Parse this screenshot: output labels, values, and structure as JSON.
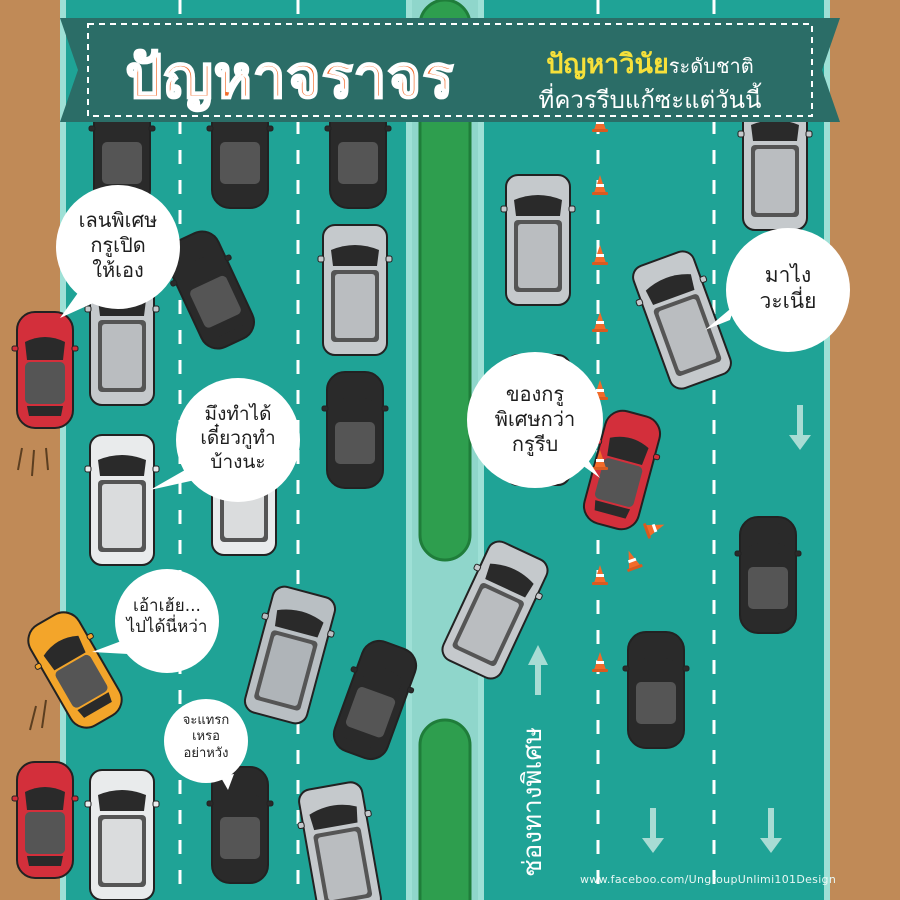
{
  "banner": {
    "title": "ปัญหาจราจร",
    "subtitle_highlight": "ปัญหาวินัย",
    "subtitle_rest": "ระดับชาติ",
    "subtitle_line2": "ที่ควรรีบแก้ซะแต่วันนี้"
  },
  "bubbles": [
    {
      "id": "special-lane",
      "lines": [
        "เลนพิเศษ",
        "กรูเปิด",
        "ให้เอง"
      ]
    },
    {
      "id": "you-can",
      "lines": [
        "มึงทำได้",
        "เดี๋ยวกูทำ",
        "บ้างนะ"
      ]
    },
    {
      "id": "oh-hey",
      "lines": [
        "เอ้าเฮ้ย...",
        "ไปได้นี่หว่า"
      ]
    },
    {
      "id": "cut-in",
      "lines": [
        "จะแทรก",
        "เหรอ",
        "อย่าหวัง"
      ]
    },
    {
      "id": "mine-special",
      "lines": [
        "ของกรู",
        "พิเศษกว่า",
        "กรูรีบ"
      ]
    },
    {
      "id": "where-from",
      "lines": [
        "มาไง",
        "วะเนี่ย"
      ]
    }
  ],
  "lane_label": "ช่องทางพิเศษ",
  "credit": "www.faceboo.com/UngroupUnlimi101Design",
  "colors": {
    "road": "#1fa396",
    "median": "#2e9e4e",
    "banner": "#2b6d67",
    "title": "#f26b2a",
    "highlight": "#f6e03a",
    "ground": "#c08a57"
  }
}
